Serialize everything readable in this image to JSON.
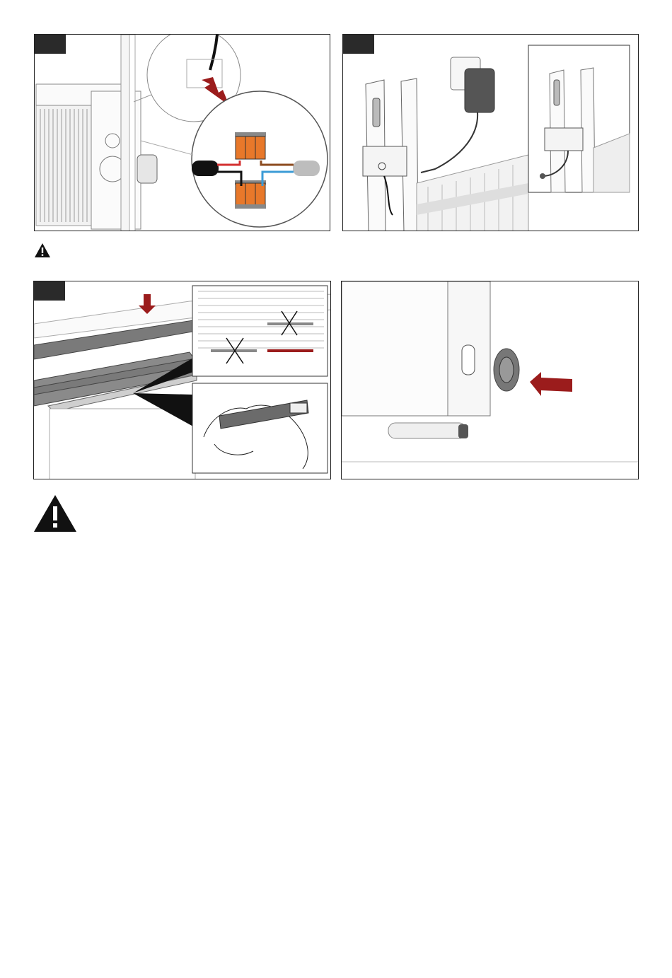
{
  "page": {
    "panels": [
      {
        "id": "p1",
        "step_label": ""
      },
      {
        "id": "p2",
        "step_label": ""
      },
      {
        "id": "p3",
        "step_label": ""
      },
      {
        "id": "p4",
        "step_label": ""
      }
    ],
    "warnings": [
      {
        "size": "small",
        "text": ""
      },
      {
        "size": "large",
        "text": ""
      }
    ],
    "colors": {
      "arrow": "#9b1c1c",
      "terminal_orange": "#e8782a",
      "wire_red": "#d32f2f",
      "wire_brown": "#8b4a1e",
      "wire_blue": "#3b9bd6",
      "line": "#555555"
    }
  }
}
